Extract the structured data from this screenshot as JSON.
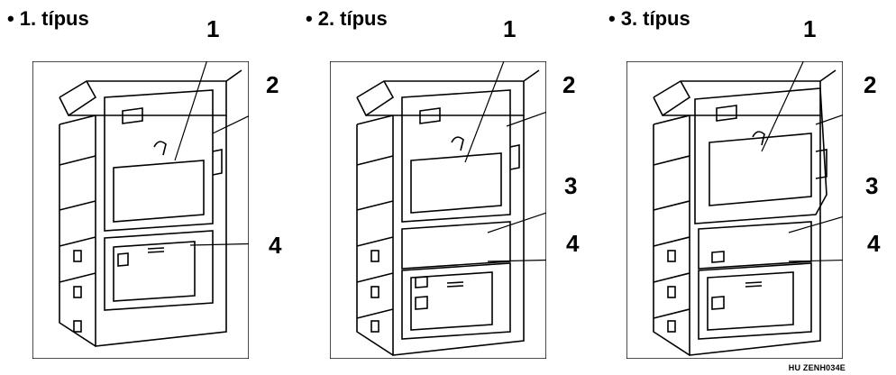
{
  "panels": [
    {
      "bullet": "•",
      "title": "1. típus",
      "callouts": [
        "1",
        "2",
        "4"
      ]
    },
    {
      "bullet": "•",
      "title": "2. típus",
      "callouts": [
        "1",
        "2",
        "3",
        "4"
      ]
    },
    {
      "bullet": "•",
      "title": "3. típus",
      "callouts": [
        "1",
        "2",
        "3",
        "4"
      ]
    }
  ],
  "figure_code": "HU ZENH034E"
}
